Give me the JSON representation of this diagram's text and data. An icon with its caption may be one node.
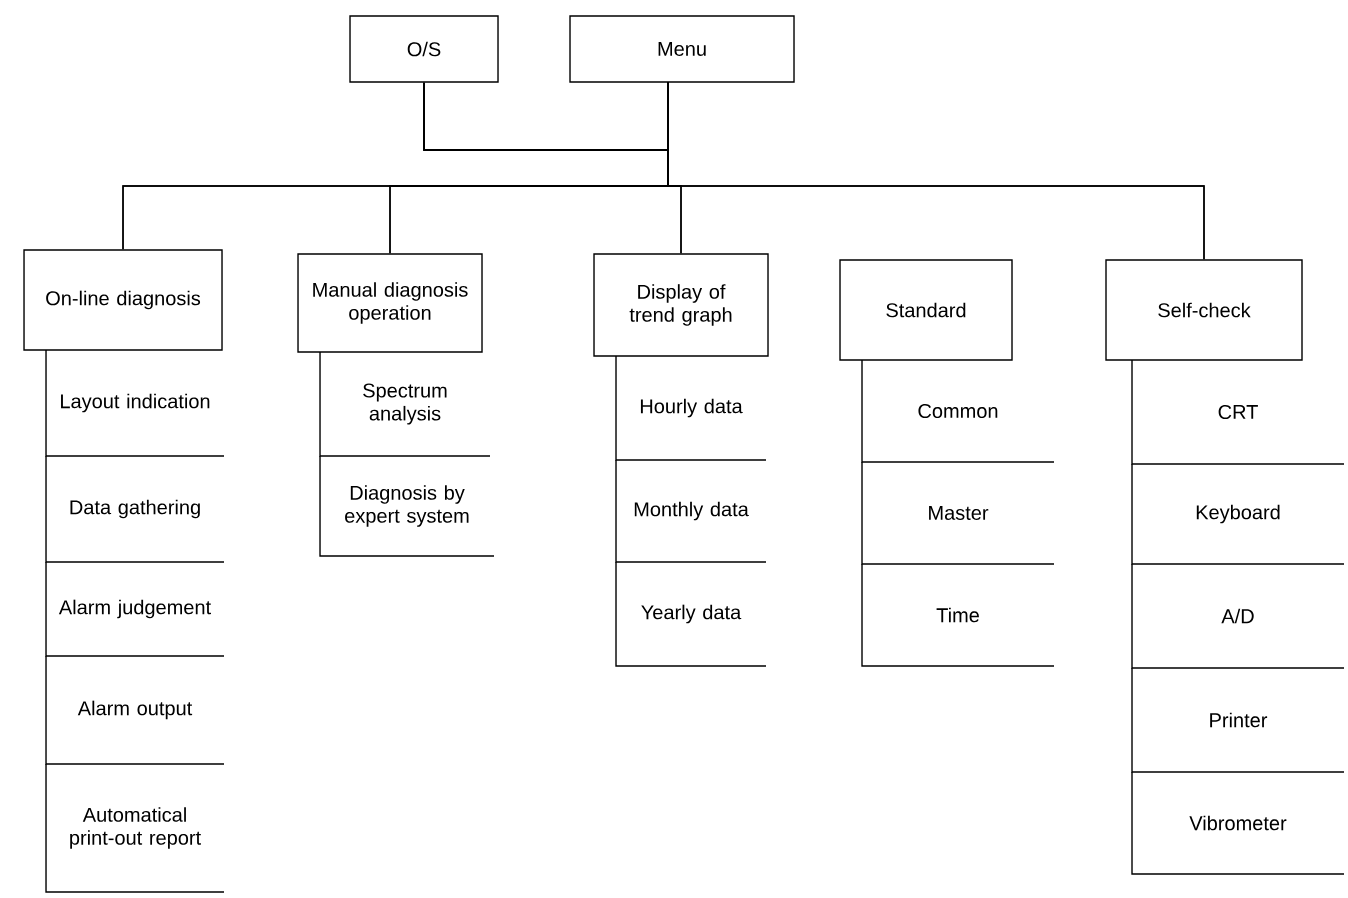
{
  "diagram": {
    "nodes": [
      {
        "text": [
          "O/S"
        ]
      },
      {
        "text": [
          "Menu"
        ]
      },
      {
        "text": [
          "On-line diagnosis"
        ]
      },
      {
        "text": [
          "Layout indication"
        ]
      },
      {
        "text": [
          "Data gathering"
        ]
      },
      {
        "text": [
          "Alarm judgement"
        ]
      },
      {
        "text": [
          "Alarm output"
        ]
      },
      {
        "text": [
          "Automatical print-out report"
        ]
      },
      {
        "text": [
          "Manual diagnosis operation"
        ]
      },
      {
        "text": [
          "Spectrum analysis"
        ]
      },
      {
        "text": [
          "Diagnosis by expert system"
        ]
      },
      {
        "text": [
          "Display of trend graph"
        ]
      },
      {
        "text": [
          "Hourly data"
        ]
      },
      {
        "text": [
          "Monthly data"
        ]
      },
      {
        "text": [
          "Yearly data"
        ]
      },
      {
        "text": [
          "Standard"
        ]
      },
      {
        "text": [
          "Common"
        ]
      },
      {
        "text": [
          "Master"
        ]
      },
      {
        "text": [
          "Time"
        ]
      },
      {
        "text": [
          "Self-check"
        ]
      },
      {
        "text": [
          "CRT"
        ]
      },
      {
        "text": [
          "Keyboard"
        ]
      },
      {
        "text": [
          "A/D"
        ]
      },
      {
        "text": [
          "Printer"
        ]
      },
      {
        "text": [
          "Vibrometer"
        ]
      }
    ],
    "edges": [
      {
        "from": 0,
        "to": 2,
        "arrow": "none"
      },
      {
        "from": 0,
        "to": 8,
        "arrow": "none"
      },
      {
        "from": 0,
        "to": 11,
        "arrow": "none"
      },
      {
        "from": 0,
        "to": 19,
        "arrow": "none"
      },
      {
        "from": 1,
        "to": 2,
        "arrow": "none"
      },
      {
        "from": 1,
        "to": 8,
        "arrow": "none"
      },
      {
        "from": 1,
        "to": 11,
        "arrow": "none"
      },
      {
        "from": 1,
        "to": 19,
        "arrow": "none"
      }
    ]
  }
}
